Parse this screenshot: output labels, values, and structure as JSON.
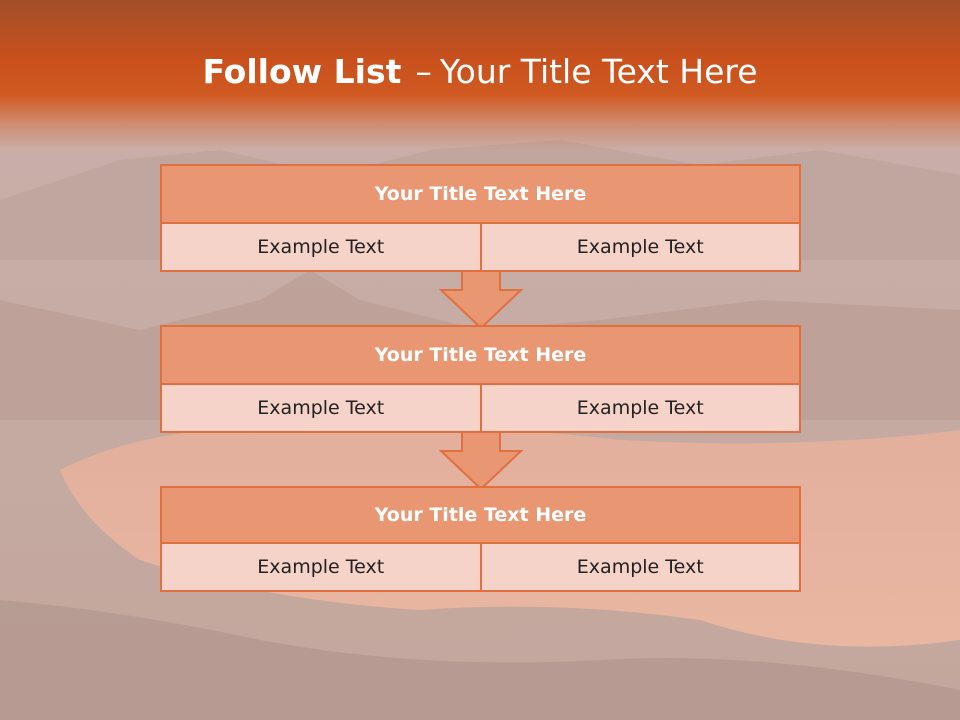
{
  "slide": {
    "title_bold": "Follow List",
    "title_dash": "–",
    "title_rest": "Your Title Text Here"
  },
  "blocks": [
    {
      "title": "Your Title Text Here",
      "left": "Example Text",
      "right": "Example Text"
    },
    {
      "title": "Your Title Text Here",
      "left": "Example Text",
      "right": "Example Text"
    },
    {
      "title": "Your Title Text Here",
      "left": "Example Text",
      "right": "Example Text"
    }
  ],
  "colors": {
    "header": "#c9501c",
    "block_head": "#e99672",
    "block_body": "#f6d3c8",
    "border": "#e0703f"
  },
  "icons": [
    "down-arrow-icon",
    "down-arrow-icon"
  ]
}
